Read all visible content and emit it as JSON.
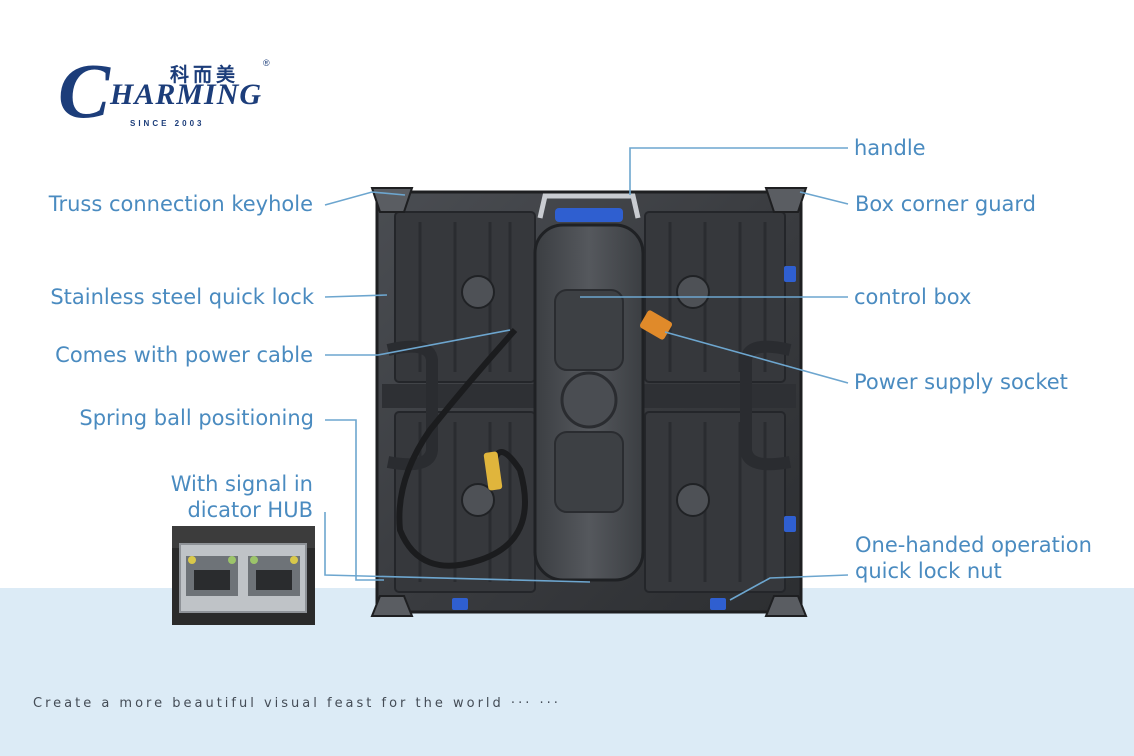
{
  "brand": {
    "logo_letter": "C",
    "logo_word": "HARMING",
    "logo_chinese": "科而美",
    "registered_mark": "®",
    "since": "SINCE 2003",
    "colors": {
      "logo": "#1c3d7a",
      "label": "#4a8bc0",
      "band": "#dcebf6"
    }
  },
  "labels": {
    "handle": "handle",
    "truss_keyhole": "Truss connection keyhole",
    "corner_guard": "Box corner guard",
    "quick_lock": "Stainless steel quick lock",
    "control_box": "control box",
    "power_cable": "Comes with power cable",
    "power_socket": "Power supply socket",
    "spring_ball": "Spring ball positioning",
    "signal_hub_line1": "With signal in",
    "signal_hub_line2": "dicator HUB",
    "one_handed_line1": "One-handed operation",
    "one_handed_line2": "quick lock nut"
  },
  "tagline": "Create a more beautiful visual feast for the world ··· ···"
}
